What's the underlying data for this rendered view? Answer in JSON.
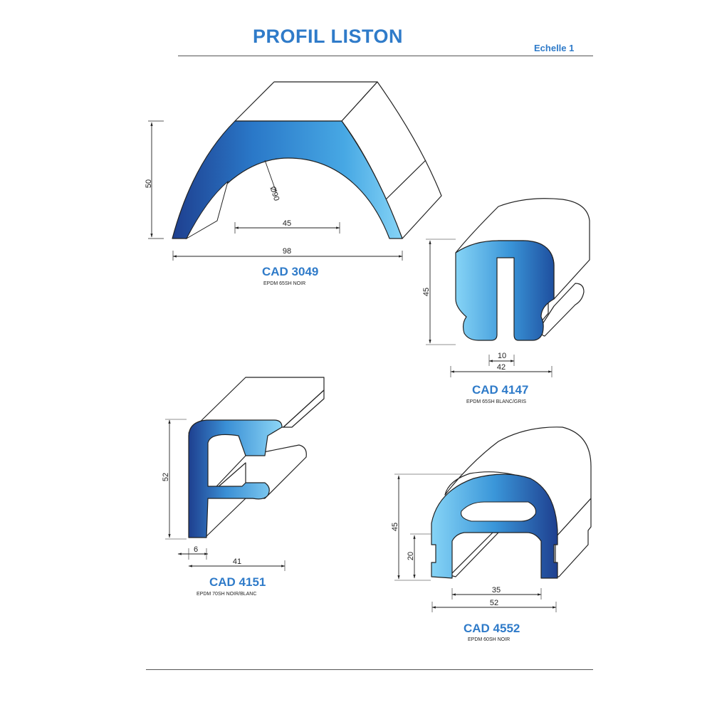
{
  "header": {
    "title": "PROFIL LISTON",
    "scale": "Echelle 1"
  },
  "colors": {
    "accent": "#2f7bc9",
    "profile_light": "#7fd0f5",
    "profile_dark": "#1e3f8f"
  },
  "profiles": [
    {
      "ref": "CAD 3049",
      "material": "EPDM 65SH NOIR",
      "dims": {
        "height": "50",
        "width": "98",
        "inner": "45",
        "radius": "Ø90"
      }
    },
    {
      "ref": "CAD 4147",
      "material": "EPDM 65SH BLANC/GRIS",
      "dims": {
        "height": "45",
        "gap": "10",
        "width": "42"
      }
    },
    {
      "ref": "CAD 4151",
      "material": "EPDM 70SH NOIR/BLANC",
      "dims": {
        "height": "52",
        "wall": "6",
        "width": "41"
      }
    },
    {
      "ref": "CAD 4552",
      "material": "EPDM 60SH NOIR",
      "dims": {
        "height": "45",
        "side": "20",
        "inner": "35",
        "width": "52"
      }
    }
  ]
}
